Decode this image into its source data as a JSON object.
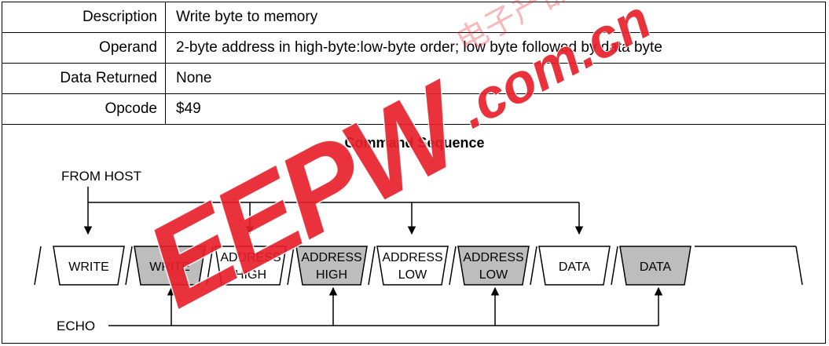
{
  "table": {
    "rows": [
      {
        "label": "Description",
        "value": "Write byte to memory"
      },
      {
        "label": "Operand",
        "value": "2-byte address in high-byte:low-byte order; low byte followed by data byte"
      },
      {
        "label": "Data Returned",
        "value": "None"
      },
      {
        "label": "Opcode",
        "value": "$49"
      }
    ]
  },
  "sequence": {
    "title": "Command Sequence",
    "from_host_label": "FROM HOST",
    "echo_label": "ECHO",
    "blocks": [
      {
        "line1": "WRITE",
        "line2": "",
        "shaded": false
      },
      {
        "line1": "WRITE",
        "line2": "",
        "shaded": true
      },
      {
        "line1": "ADDRESS",
        "line2": "HIGH",
        "shaded": false
      },
      {
        "line1": "ADDRESS",
        "line2": "HIGH",
        "shaded": true
      },
      {
        "line1": "ADDRESS",
        "line2": "LOW",
        "shaded": false
      },
      {
        "line1": "ADDRESS",
        "line2": "LOW",
        "shaded": true
      },
      {
        "line1": "DATA",
        "line2": "",
        "shaded": false
      },
      {
        "line1": "DATA",
        "line2": "",
        "shaded": true
      }
    ]
  },
  "watermark": {
    "text": "EEPW",
    "domain": ".com.cn",
    "chinese": "电子产品世界",
    "color": "#e8202a"
  },
  "colors": {
    "shaded_block": "#bdbdbd",
    "line": "#000000"
  }
}
